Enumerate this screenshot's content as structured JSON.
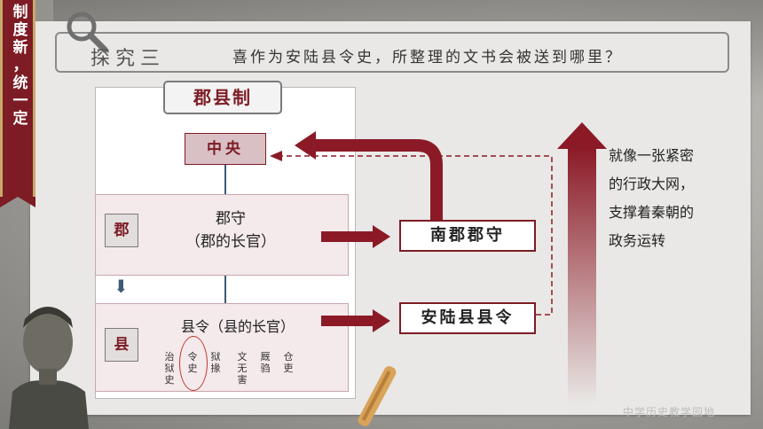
{
  "banner": {
    "text": "制度新，统一定"
  },
  "header": {
    "title": "探究三",
    "question": "喜作为安陆县令史，所整理的文书会被送到哪里？"
  },
  "diagram": {
    "system_title": "郡县制",
    "center": "中央",
    "jun": {
      "tag": "郡",
      "line1": "郡守",
      "line2": "（郡的长官）"
    },
    "xian": {
      "tag": "县",
      "title": "县令（县的长官）",
      "officials": [
        [
          "治",
          "狱",
          "史"
        ],
        [
          "令",
          "史"
        ],
        [
          "狱",
          "掾"
        ],
        [
          "文",
          "无",
          "害"
        ],
        [
          "厩",
          "驺"
        ],
        [
          "仓",
          "吏"
        ]
      ]
    },
    "nanjun": "南郡郡守",
    "anlu": "安陆县县令"
  },
  "side_text": "就像一张紧密的行政大网，支撑着秦朝的政务运转",
  "watermark": "中学历史教学园地",
  "colors": {
    "accent": "#7d1c25",
    "line": "#3c5a73",
    "panel": "#e9e8e6"
  }
}
